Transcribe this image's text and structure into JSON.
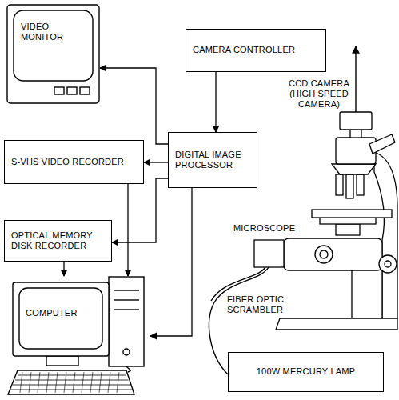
{
  "diagram": {
    "nodes": [
      {
        "text": [
          "VIDEO MONITOR"
        ]
      },
      {
        "text": [
          "CAMERA CONTROLLER"
        ]
      },
      {
        "text": [
          "S-VHS VIDEO RECORDER"
        ]
      },
      {
        "text": [
          "DIGITAL IMAGE PROCESSOR"
        ]
      },
      {
        "text": [
          "OPTICAL MEMORY DISK RECORDER"
        ]
      },
      {
        "text": [
          "COMPUTER"
        ]
      },
      {
        "text": [
          "100W MERCURY LAMP"
        ]
      }
    ],
    "edges": [
      {
        "from": 1,
        "to": 3,
        "arrow": "to"
      },
      {
        "from": 3,
        "to": 0,
        "arrow": "to"
      },
      {
        "from": 3,
        "to": 2,
        "arrow": "to"
      },
      {
        "from": 3,
        "to": 4,
        "arrow": "to"
      },
      {
        "from": 2,
        "to": 5,
        "arrow": "to"
      },
      {
        "from": 4,
        "to": 5,
        "arrow": "to"
      },
      {
        "from": 3,
        "to": 5,
        "arrow": "to"
      }
    ],
    "labels": [
      "CCD CAMERA (HIGH SPEED CAMERA)",
      "MICROSCOPE",
      "FIBER OPTIC SCRAMBLER"
    ]
  }
}
